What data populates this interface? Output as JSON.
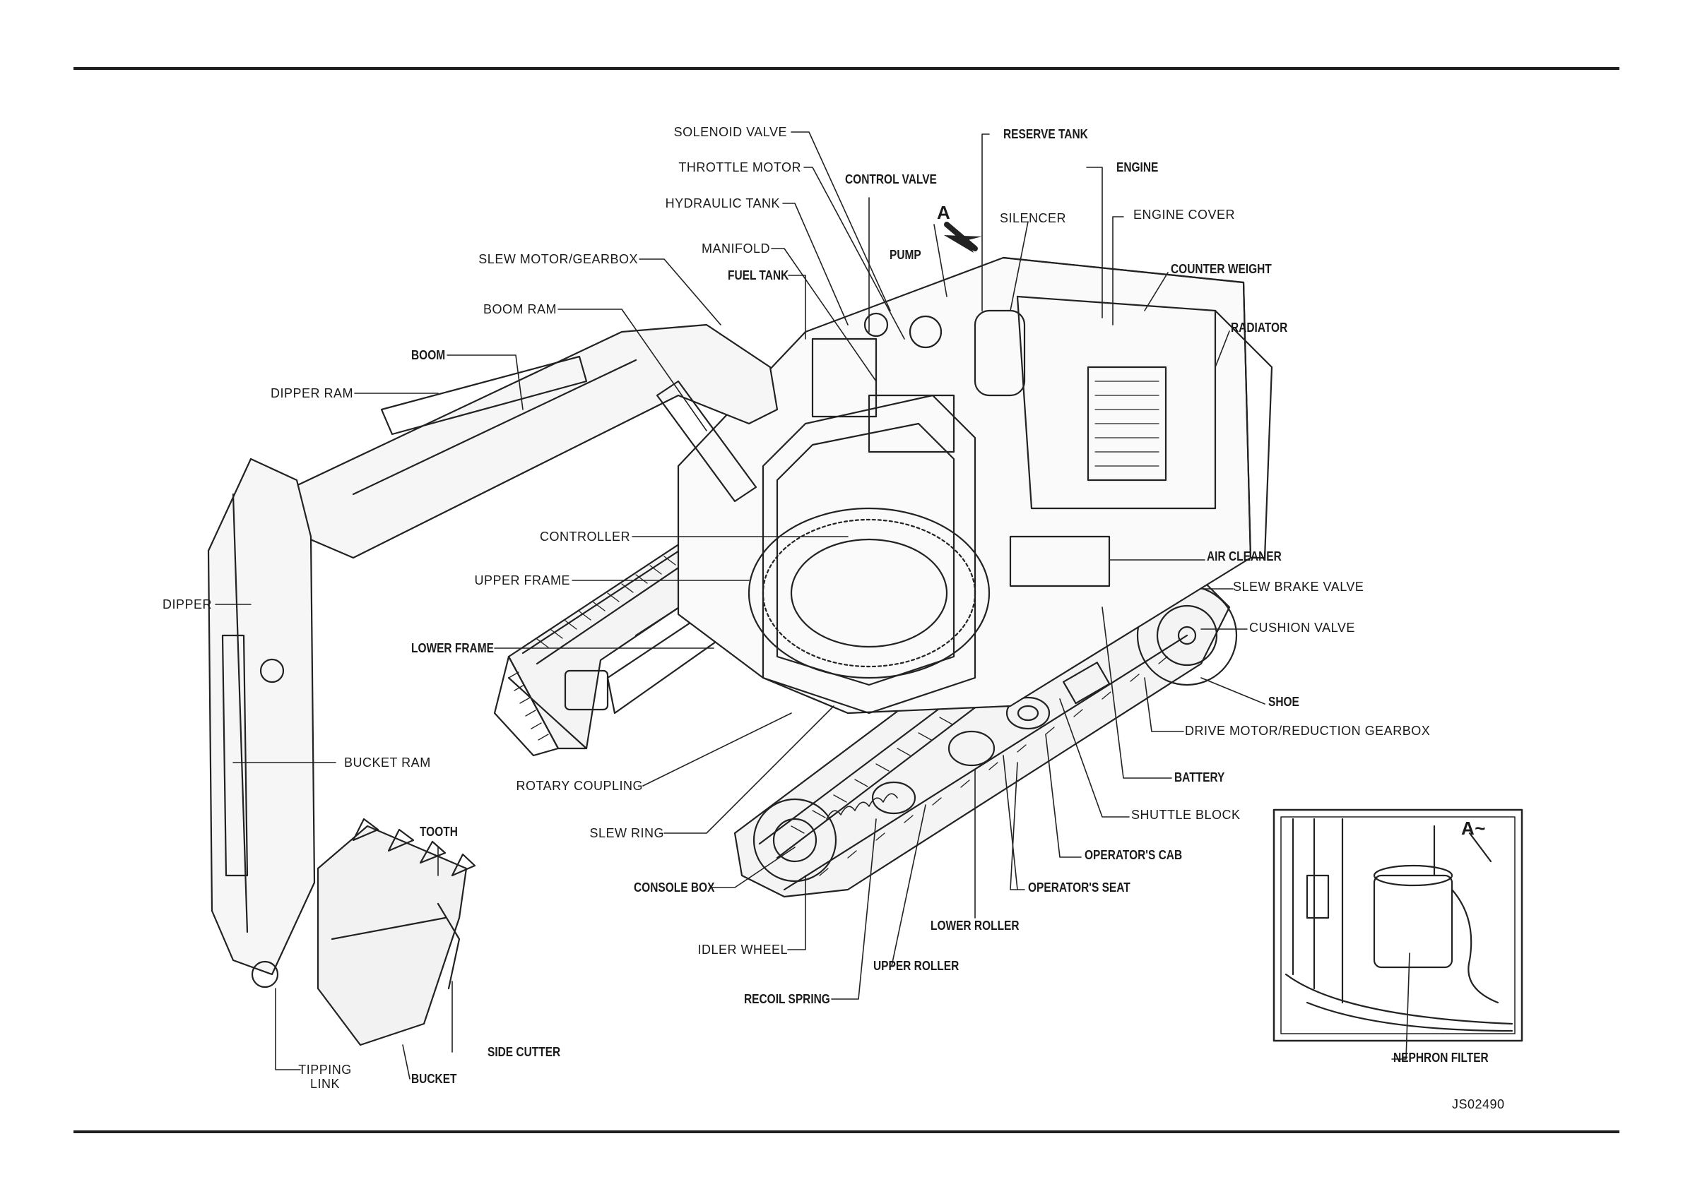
{
  "labels": {
    "solenoid_valve": "SOLENOID VALVE",
    "throttle_motor": "THROTTLE MOTOR",
    "hydraulic_tank": "HYDRAULIC TANK",
    "control_valve": "CONTROL VALVE",
    "manifold": "MANIFOLD",
    "fuel_tank": "FUEL TANK",
    "slew_motor_gearbox": "SLEW MOTOR/GEARBOX",
    "boom_ram": "BOOM RAM",
    "boom": "BOOM",
    "dipper_ram": "DIPPER RAM",
    "dipper": "DIPPER",
    "controller": "CONTROLLER",
    "upper_frame": "UPPER FRAME",
    "lower_frame": "LOWER FRAME",
    "bucket_ram": "BUCKET RAM",
    "rotary_coupling": "ROTARY COUPLING",
    "slew_ring": "SLEW RING",
    "tooth": "TOOTH",
    "console_box": "CONSOLE BOX",
    "idler_wheel": "IDLER WHEEL",
    "recoil_spring": "RECOIL SPRING",
    "upper_roller": "UPPER ROLLER",
    "lower_roller": "LOWER ROLLER",
    "side_cutter": "SIDE CUTTER",
    "tipping_link_1": "TIPPING",
    "tipping_link_2": "LINK",
    "bucket": "BUCKET",
    "pump": "PUMP",
    "reserve_tank": "RESERVE TANK",
    "silencer": "SILENCER",
    "engine": "ENGINE",
    "engine_cover": "ENGINE COVER",
    "counter_weight": "COUNTER WEIGHT",
    "radiator": "RADIATOR",
    "air_cleaner": "AIR CLEANER",
    "slew_brake_valve": "SLEW BRAKE VALVE",
    "cushion_valve": "CUSHION VALVE",
    "shoe": "SHOE",
    "drive_motor_reduction_gearbox": "DRIVE MOTOR/REDUCTION GEARBOX",
    "battery": "BATTERY",
    "shuttle_block": "SHUTTLE BLOCK",
    "operators_cab": "OPERATOR'S CAB",
    "operators_seat": "OPERATOR'S SEAT",
    "nephron_filter": "NEPHRON FILTER"
  },
  "view_marker": "A",
  "inset_marker": "A~",
  "drawing_code": "JS02490"
}
